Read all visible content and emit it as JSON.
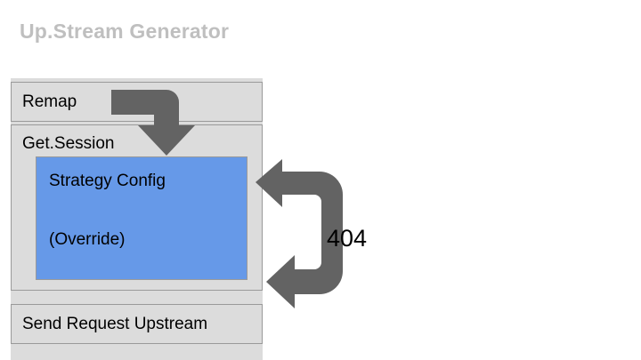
{
  "title": "Up.Stream Generator",
  "blocks": {
    "remap": "Remap",
    "get_session": "Get.Session",
    "strategy_config": "Strategy Config",
    "strategy_override": "(Override)",
    "send_request": "Send Request Upstream"
  },
  "annotations": {
    "status_code": "404"
  },
  "colors": {
    "title": "#bfbfbf",
    "panel": "#dcdcdc",
    "block_border": "#9a9a9a",
    "highlight_block": "#6699e8",
    "arrow": "#636363",
    "text": "#000000",
    "background": "#ffffff"
  },
  "arrows": {
    "down_arrow": "arrow-remap-to-getsession",
    "loop_arrow": "arrow-send-to-strategy"
  }
}
